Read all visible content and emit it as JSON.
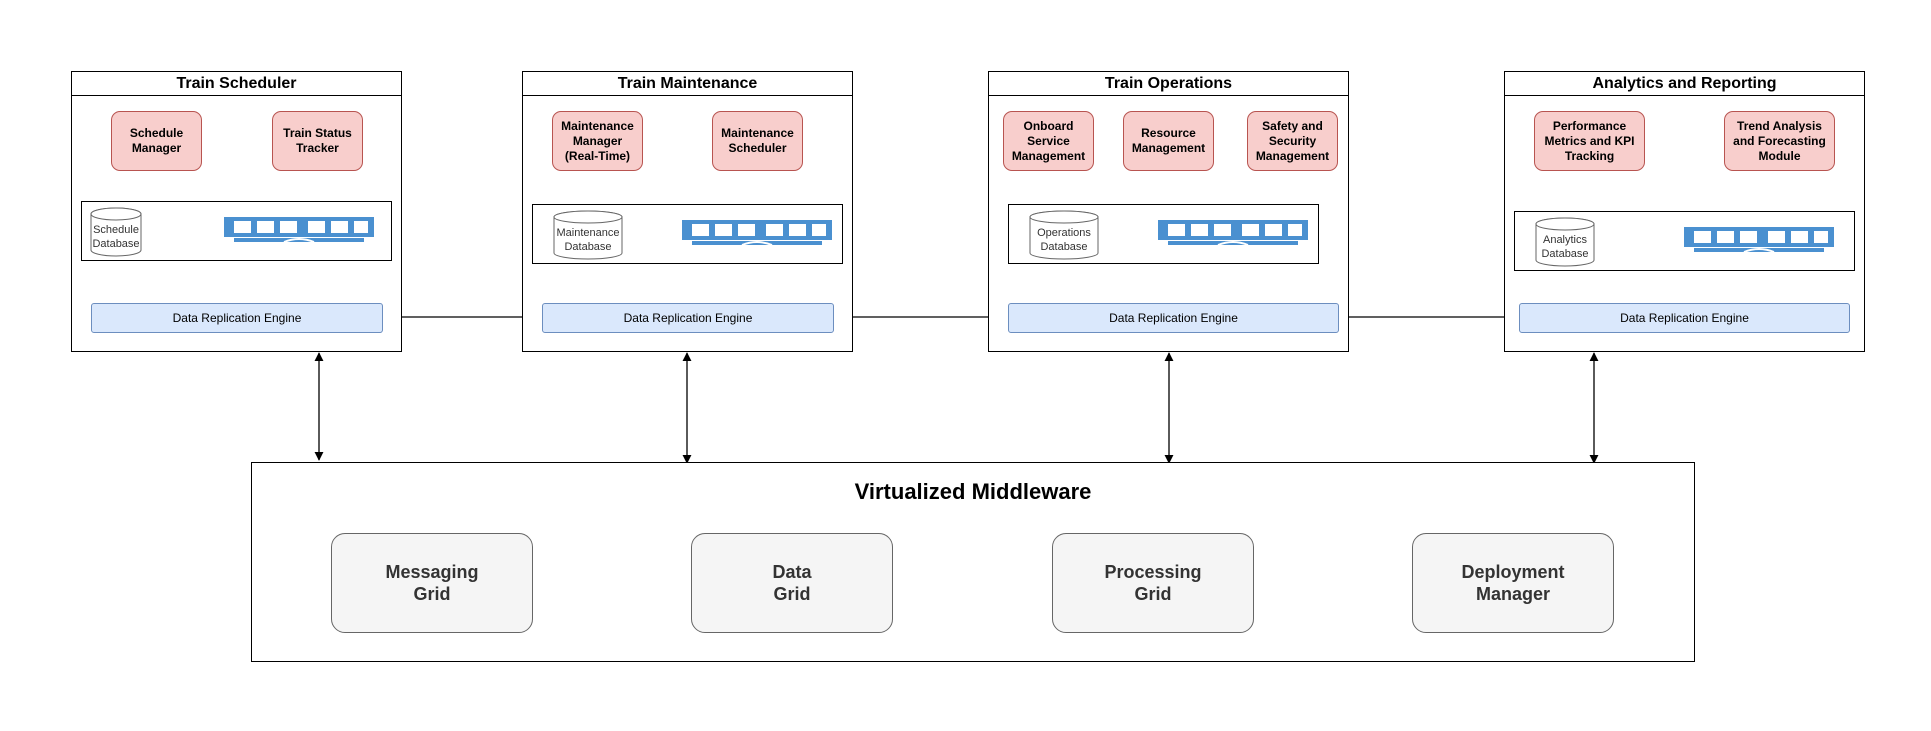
{
  "diagram": {
    "panels": [
      {
        "id": "scheduler",
        "title": "Train Scheduler",
        "components": [
          "Schedule\nManager",
          "Train Status\nTracker"
        ],
        "database": "Schedule\nDatabase",
        "engine": "Data Replication Engine"
      },
      {
        "id": "maintenance",
        "title": "Train Maintenance",
        "components": [
          "Maintenance\nManager\n(Real-Time)",
          "Maintenance\nScheduler"
        ],
        "database": "Maintenance\nDatabase",
        "engine": "Data Replication Engine"
      },
      {
        "id": "operations",
        "title": "Train Operations",
        "components": [
          "Onboard\nService\nManagement",
          "Resource\nManagement",
          "Safety and\nSecurity\nManagement"
        ],
        "database": "Operations\nDatabase",
        "engine": "Data Replication Engine"
      },
      {
        "id": "analytics",
        "title": "Analytics and Reporting",
        "components": [
          "Performance\nMetrics and KPI\nTracking",
          "Trend Analysis\nand Forecasting\nModule"
        ],
        "database": "Analytics\nDatabase",
        "engine": "Data Replication Engine"
      }
    ],
    "middleware": {
      "title": "Virtualized Middleware",
      "grids": [
        "Messaging\nGrid",
        "Data\nGrid",
        "Processing\nGrid",
        "Deployment\nManager"
      ]
    },
    "colors": {
      "component_fill": "#f8cecc",
      "component_stroke": "#b85450",
      "engine_fill": "#dae8fc",
      "engine_stroke": "#6c8ebf",
      "bus_fill": "#4a90d0",
      "grid_fill": "#f5f5f5"
    },
    "icons": [
      "database-cylinder-icon",
      "message-bus-icon"
    ]
  }
}
